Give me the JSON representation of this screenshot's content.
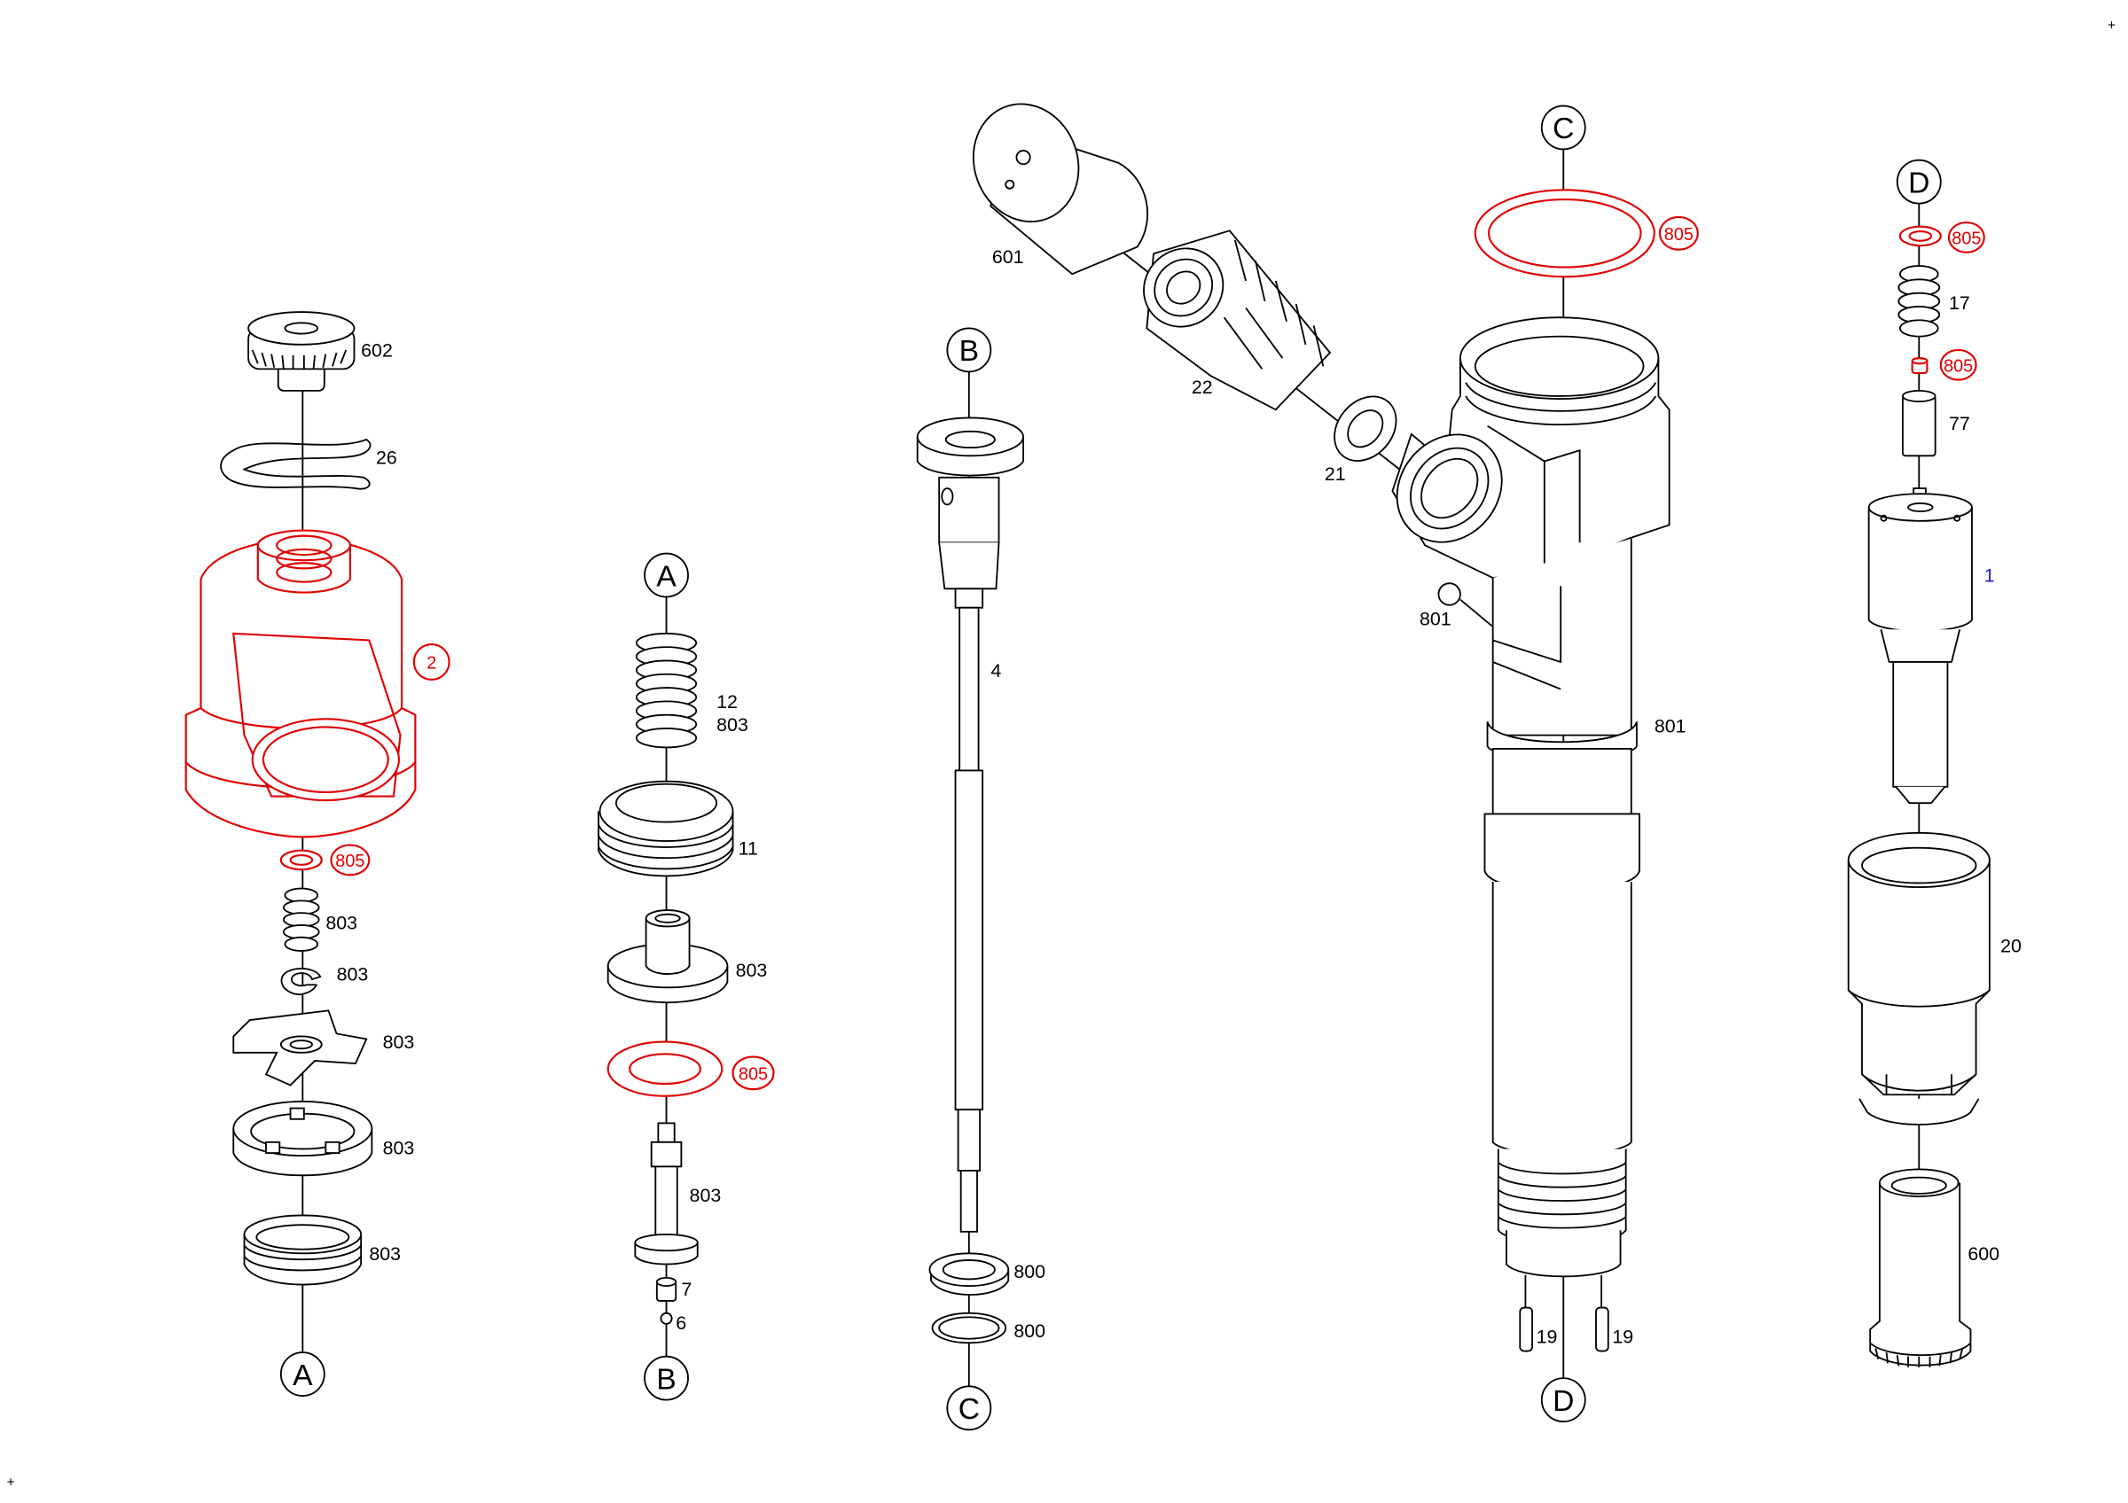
{
  "corner_marks": [
    "+",
    "+"
  ],
  "references": {
    "A_top": "A",
    "A_bottom": "A",
    "B_top": "B",
    "B_bottom": "B",
    "C_top": "C",
    "C_bottom": "C",
    "D_top": "D",
    "D_bottom": "D"
  },
  "labels": {
    "p602": "602",
    "p26": "26",
    "p2": "2",
    "p805_col1": "805",
    "p803_spring": "803",
    "p803_clip": "803",
    "p803_plate": "803",
    "p803_ring": "803",
    "p803_nut": "803",
    "p12": "12",
    "p803_col2_spring": "803",
    "p11": "11",
    "p803_col2_seat": "803",
    "p805_col2": "805",
    "p803_col2_pin": "803",
    "p7": "7",
    "p6": "6",
    "p4": "4",
    "p800_a": "800",
    "p800_b": "800",
    "p601": "601",
    "p22": "22",
    "p21": "21",
    "p801_ball": "801",
    "p801_body": "801",
    "p805_col4": "805",
    "p19_a": "19",
    "p19_b": "19",
    "p805_col5_top": "805",
    "p17": "17",
    "p805_col5_mid": "805",
    "p77": "77",
    "p1": "1",
    "p20": "20",
    "p600": "600"
  },
  "colors": {
    "highlight": "#e00000",
    "line": "#000000",
    "part_ref": "#1a1acc"
  }
}
